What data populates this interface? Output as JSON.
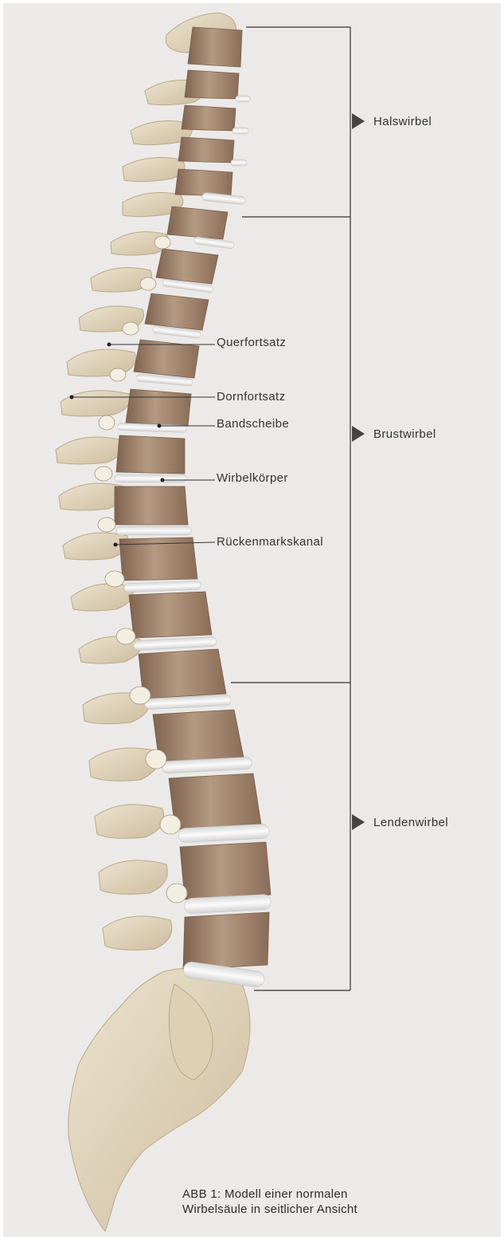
{
  "figure": {
    "regions": [
      {
        "label": "Halswirbel"
      },
      {
        "label": "Brustwirbel"
      },
      {
        "label": "Lendenwirbel"
      }
    ],
    "callouts": [
      {
        "label": "Querfortsatz"
      },
      {
        "label": "Dornfortsatz"
      },
      {
        "label": "Bandscheibe"
      },
      {
        "label": "Wirbelkörper"
      },
      {
        "label": "Rückenmarkskanal"
      }
    ],
    "caption": {
      "line1": "ABB 1: Modell einer normalen",
      "line2": "Wirbelsäule in seitlicher Ansicht"
    }
  },
  "colors": {
    "background": "#ebeae8",
    "bone_light": "#e2d6bd",
    "vertebral_body": "#a98a73",
    "disc": "#f4f4f4",
    "leader_line": "#333333"
  }
}
